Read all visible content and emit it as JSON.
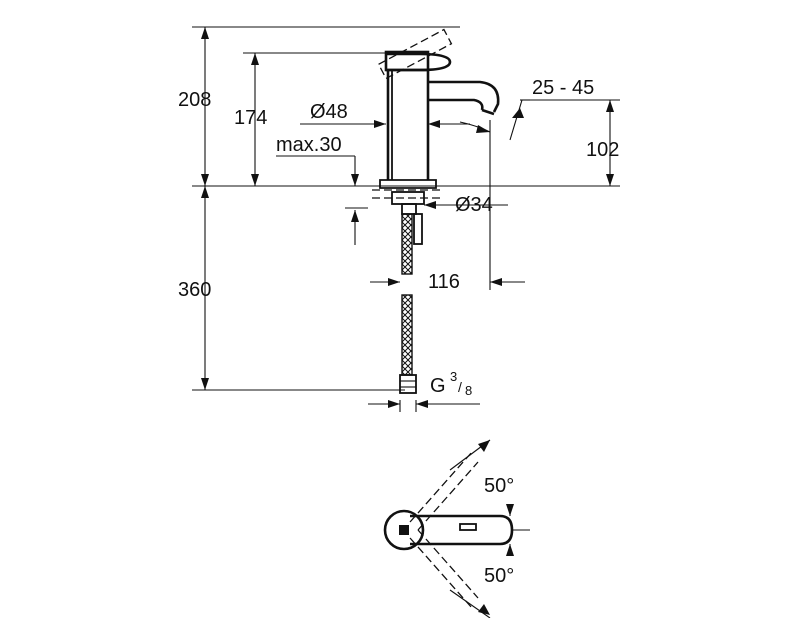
{
  "dimensions": {
    "total_height": "208",
    "spout_height": "174",
    "diameter_body": "Ø48",
    "max_thickness": "max.30",
    "lever_angle_range": "25 - 45",
    "spout_outlet_height": "102",
    "diameter_base": "Ø34",
    "projection": "116",
    "hose_length": "360",
    "connection_thread_base": "G",
    "connection_thread_num": "3",
    "connection_thread_den": "8",
    "rotation_angle_top": "50°",
    "rotation_angle_bottom": "50°"
  }
}
